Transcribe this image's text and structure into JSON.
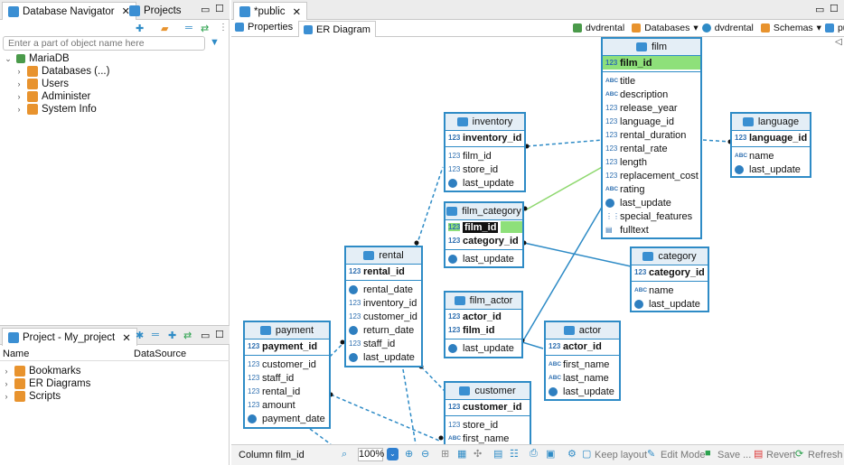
{
  "nav_tabs": {
    "db_navigator": "Database Navigator",
    "projects": "Projects"
  },
  "search": {
    "placeholder": "Enter a part of object name here"
  },
  "tree": {
    "root": "MariaDB",
    "items": [
      "Databases (...)",
      "Users",
      "Administer",
      "System Info"
    ]
  },
  "project_panel": {
    "tab": "Project - My_project",
    "col_name": "Name",
    "col_datasource": "DataSource",
    "items": [
      "Bookmarks",
      "ER Diagrams",
      "Scripts"
    ]
  },
  "editor": {
    "tab": "*public",
    "subtab_properties": "Properties",
    "subtab_er": "ER Diagram"
  },
  "breadcrumb": {
    "connection": "dvdrental",
    "databases": "Databases",
    "database": "dvdrental",
    "schemas": "Schemas",
    "schema": "public"
  },
  "tables": {
    "film": {
      "name": "film",
      "pk": "film_id",
      "cols": [
        "title",
        "description",
        "release_year",
        "language_id",
        "rental_duration",
        "rental_rate",
        "length",
        "replacement_cost",
        "rating",
        "last_update",
        "special_features",
        "fulltext"
      ]
    },
    "language": {
      "name": "language",
      "pk": "language_id",
      "cols": [
        "name",
        "last_update"
      ]
    },
    "inventory": {
      "name": "inventory",
      "pk": "inventory_id",
      "cols": [
        "film_id",
        "store_id",
        "last_update"
      ]
    },
    "film_category": {
      "name": "film_category",
      "pk1": "film_id",
      "pk2": "category_id",
      "cols": [
        "last_update"
      ]
    },
    "category": {
      "name": "category",
      "pk": "category_id",
      "cols": [
        "name",
        "last_update"
      ]
    },
    "rental": {
      "name": "rental",
      "pk": "rental_id",
      "cols": [
        "rental_date",
        "inventory_id",
        "customer_id",
        "return_date",
        "staff_id",
        "last_update"
      ]
    },
    "film_actor": {
      "name": "film_actor",
      "pk1": "actor_id",
      "pk2": "film_id",
      "cols": [
        "last_update"
      ]
    },
    "actor": {
      "name": "actor",
      "pk": "actor_id",
      "cols": [
        "first_name",
        "last_name",
        "last_update"
      ]
    },
    "payment": {
      "name": "payment",
      "pk": "payment_id",
      "cols": [
        "customer_id",
        "staff_id",
        "rental_id",
        "amount",
        "payment_date"
      ]
    },
    "customer": {
      "name": "customer",
      "pk": "customer_id",
      "cols": [
        "store_id",
        "first_name"
      ]
    }
  },
  "status": {
    "column": "Column film_id",
    "zoom": "100%",
    "keep_layout": "Keep layout",
    "edit_mode": "Edit Mode",
    "save": "Save ...",
    "revert": "Revert",
    "refresh": "Refresh"
  },
  "colors": {
    "accent": "#2e8bc6",
    "highlight": "#8ee07a",
    "line_green": "#8fd86f"
  }
}
